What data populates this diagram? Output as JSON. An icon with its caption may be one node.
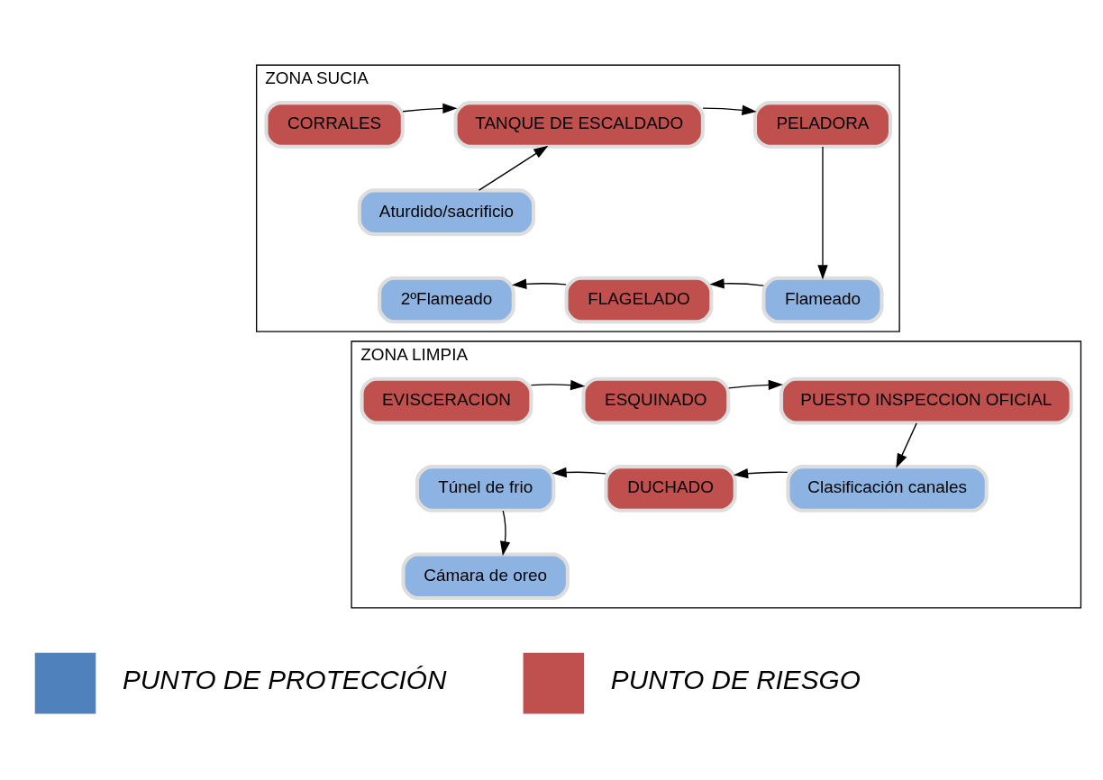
{
  "diagram": {
    "nodes": [
      {
        "text": [
          "ZONA SUCIA"
        ]
      },
      {
        "text": [
          "CORRALES"
        ],
        "in": 0
      },
      {
        "text": [
          "TANQUE DE ESCALDADO"
        ],
        "in": 0
      },
      {
        "text": [
          "PELADORA"
        ],
        "in": 0
      },
      {
        "text": [
          "Aturdido/sacrificio"
        ],
        "in": 0
      },
      {
        "text": [
          "2ºFlameado"
        ],
        "in": 0
      },
      {
        "text": [
          "FLAGELADO"
        ],
        "in": 0
      },
      {
        "text": [
          "Flameado"
        ],
        "in": 0
      },
      {
        "text": [
          "ZONA LIMPIA"
        ]
      },
      {
        "text": [
          "EVISCERACION"
        ],
        "in": 8
      },
      {
        "text": [
          "ESQUINADO"
        ],
        "in": 8
      },
      {
        "text": [
          "PUESTO INSPECCION OFICIAL"
        ],
        "in": 8
      },
      {
        "text": [
          "Túnel de frio"
        ],
        "in": 8
      },
      {
        "text": [
          "DUCHADO"
        ],
        "in": 8
      },
      {
        "text": [
          "Clasificación canales"
        ],
        "in": 8
      },
      {
        "text": [
          "Cámara de oreo"
        ],
        "in": 8
      }
    ],
    "edges": [
      {
        "from": 1,
        "to": 2,
        "arrow": "to"
      },
      {
        "from": 4,
        "to": 2,
        "arrow": "to"
      },
      {
        "from": 2,
        "to": 3,
        "arrow": "to"
      },
      {
        "from": 3,
        "to": 7,
        "arrow": "to"
      },
      {
        "from": 7,
        "to": 6,
        "arrow": "to"
      },
      {
        "from": 6,
        "to": 5,
        "arrow": "to"
      },
      {
        "from": 9,
        "to": 10,
        "arrow": "to"
      },
      {
        "from": 10,
        "to": 11,
        "arrow": "to"
      },
      {
        "from": 11,
        "to": 14,
        "arrow": "to"
      },
      {
        "from": 14,
        "to": 13,
        "arrow": "to"
      },
      {
        "from": 13,
        "to": 12,
        "arrow": "to"
      },
      {
        "from": 12,
        "to": 15,
        "arrow": "to"
      }
    ],
    "legend": [
      {
        "text": "PUNTO DE PROTECCIÓN",
        "color": "#4f81bd"
      },
      {
        "text": "PUNTO DE RIESGO",
        "color": "#c0504d"
      }
    ]
  }
}
